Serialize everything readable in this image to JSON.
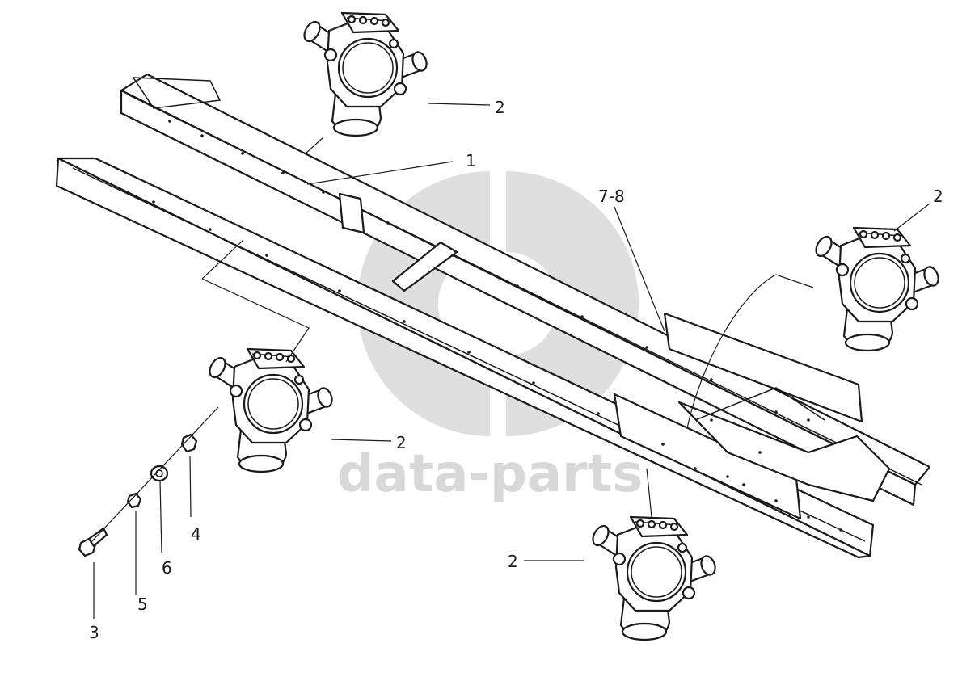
{
  "watermark": {
    "text": "data-parts"
  },
  "callouts": [
    {
      "id": "c-2-top",
      "text": "2"
    },
    {
      "id": "c-1",
      "text": "1"
    },
    {
      "id": "c-7-8",
      "text": "7-8"
    },
    {
      "id": "c-2-right",
      "text": "2"
    },
    {
      "id": "c-2-left",
      "text": "2"
    },
    {
      "id": "c-4",
      "text": "4"
    },
    {
      "id": "c-6",
      "text": "6"
    },
    {
      "id": "c-5",
      "text": "5"
    },
    {
      "id": "c-3",
      "text": "3"
    },
    {
      "id": "c-2-bottom",
      "text": "2"
    }
  ],
  "colors": {
    "line": "#1a1a1a",
    "watermark": "#9a9a9a",
    "background": "#ffffff"
  }
}
